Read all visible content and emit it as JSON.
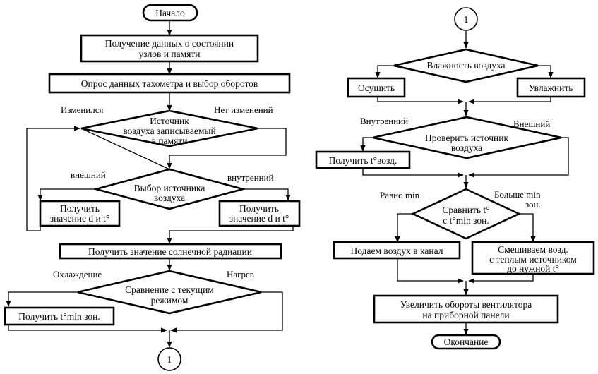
{
  "left": {
    "start": "Начало",
    "get_status_1": "Получение данных о состоянии",
    "get_status_2": "узлов и памяти",
    "tacho": "Опрос данных тахометра и выбор оборотов",
    "d1_1": "Источник",
    "d1_2": "воздуха записываемый",
    "d1_3": "в памяти",
    "changed": "Изменился",
    "no_change": "Нет изменений",
    "d2_1": "Выбор источника",
    "d2_2": "воздуха",
    "external": "внешний",
    "internal": "внутренний",
    "get_dt_left_1": "Получить",
    "get_dt_left_2": "значение d и t°",
    "get_dt_right_1": "Получить",
    "get_dt_right_2": "значение d и t°",
    "solar": "Получить значение солнечной радиации",
    "cooling": "Охлаждение",
    "heating": "Нагрев",
    "d3_1": "Сравнение с текущим",
    "d3_2": "режимом",
    "tmin": "Получить t°min зон.",
    "connector": "1"
  },
  "right": {
    "connector": "1",
    "humidity": "Влажность воздуха",
    "dry": "Осушить",
    "humidify": "Увлажнить",
    "internal": "Внутренний",
    "external": "Внешний",
    "check_1": "Проверить источник",
    "check_2": "воздуха",
    "get_t": "Получить t°возд.",
    "equal_min": "Равно min",
    "more_min_1": "Больше min",
    "more_min_2": "зон.",
    "compare_1": "Сравнить t°",
    "compare_2": "с t°min зон.",
    "feed": "Подаем воздух в канал",
    "mix_1": "Смешиваем возд.",
    "mix_2": "с теплым источником",
    "mix_3": "до нужной t°",
    "fan_1": "Увеличить обороты вентилятора",
    "fan_2": "на приборной панели",
    "end": "Окончание"
  }
}
